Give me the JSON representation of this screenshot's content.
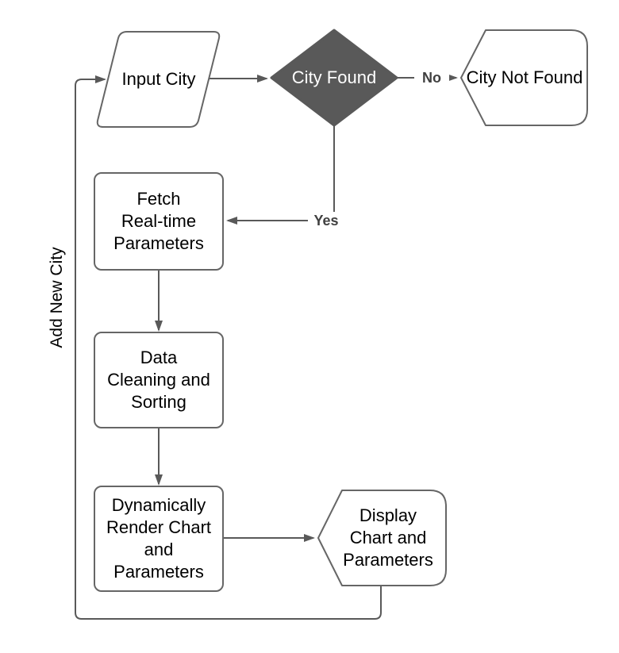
{
  "diagram": {
    "type": "flowchart",
    "nodes": {
      "input_city": {
        "label": "Input City",
        "shape": "parallelogram-input"
      },
      "city_found": {
        "label": "City Found",
        "shape": "decision-diamond",
        "fill": "#595959"
      },
      "city_not_found": {
        "label": "City Not Found",
        "shape": "display"
      },
      "fetch_parameters": {
        "label": "Fetch Real-time Parameters",
        "lines": [
          "Fetch",
          "Real-time",
          "Parameters"
        ],
        "shape": "rounded-process"
      },
      "data_cleaning": {
        "label": "Data Cleaning and Sorting",
        "lines": [
          "Data",
          "Cleaning and",
          "Sorting"
        ],
        "shape": "rounded-process"
      },
      "render_chart": {
        "label": "Dynamically Render Chart and Parameters",
        "lines": [
          "Dynamically",
          "Render Chart",
          "and",
          "Parameters"
        ],
        "shape": "rounded-process"
      },
      "display_chart": {
        "label": "Display Chart and Parameters",
        "lines": [
          "Display",
          "Chart and",
          "Parameters"
        ],
        "shape": "display"
      }
    },
    "edge_labels": {
      "no": "No",
      "yes": "Yes",
      "loop": "Add New City"
    },
    "colors": {
      "background": "#ffffff",
      "shape_stroke": "#666666",
      "shape_fill": "#ffffff",
      "decision_fill": "#595959",
      "decision_text": "#ffffff",
      "edge_stroke": "#595959",
      "node_text": "#000000",
      "edge_label_text": "#404040"
    }
  }
}
